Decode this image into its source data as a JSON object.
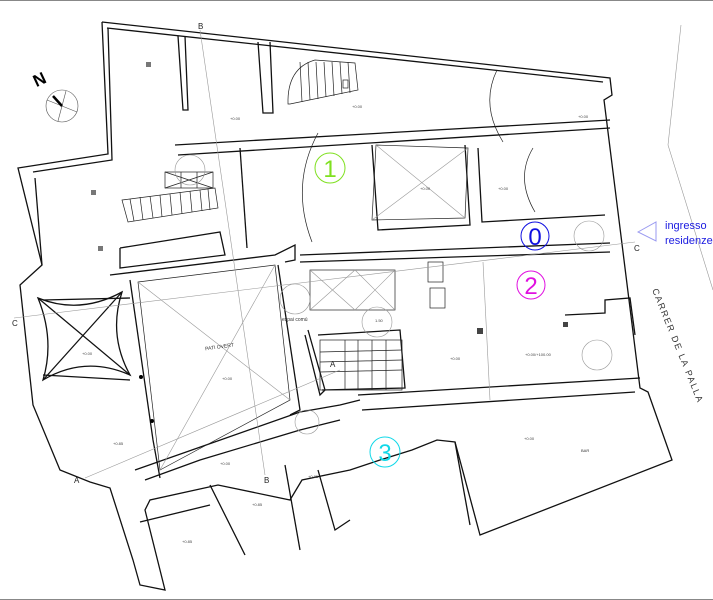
{
  "plan": {
    "north_label": "N",
    "section_marks": {
      "a1": "A",
      "a2": "A",
      "b1": "B",
      "b2": "B",
      "c1": "C",
      "c2": "C"
    },
    "zones": [
      {
        "id": "1",
        "color": "#7fe020"
      },
      {
        "id": "0",
        "color": "#1010e0"
      },
      {
        "id": "2",
        "color": "#e010e0"
      },
      {
        "id": "3",
        "color": "#10d8e8"
      }
    ],
    "entrance": {
      "line1": "ingresso",
      "line2": "residenze",
      "color": "#1a1ae0"
    },
    "street": "CARRER DE LA PALLA",
    "courtyard": "PATI OVERT",
    "common_space": "espai comú",
    "bar": "BAR",
    "levels": {
      "l1": "+0.00",
      "l2": "+0.00",
      "l3": "+0.00",
      "l4": "+0.00",
      "l5": "+0.00",
      "l6": "+0.00",
      "l7": "+0.00",
      "l8": "+0.00",
      "l9": "+0.00/+100.00",
      "l10": "+0.00",
      "l11": "+0.85",
      "l12": "+0.85",
      "l13": "+0.85",
      "l14": "+0.85",
      "l15": "+0.00"
    },
    "turning_circle": "1.50"
  }
}
